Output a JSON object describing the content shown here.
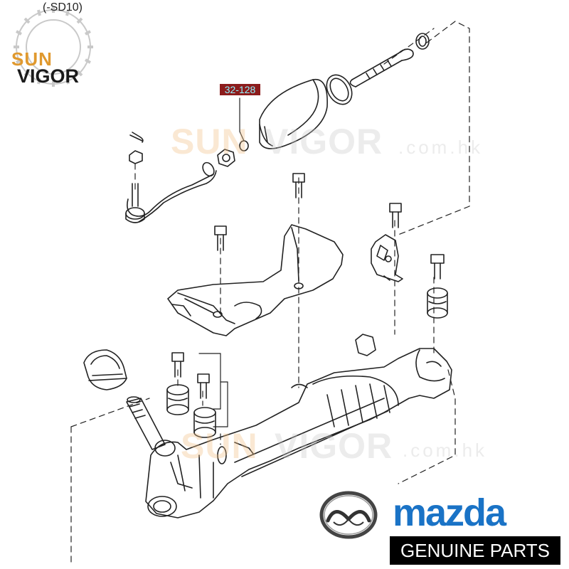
{
  "corner_logo": {
    "code_text": "(-SD10)",
    "brand_top": "SUN",
    "brand_bottom": "VIGOR"
  },
  "watermark": {
    "sun": "SUN",
    "vigor": "VIGOR",
    "domain": ".com.hk"
  },
  "callouts": [
    {
      "label": "32-128"
    }
  ],
  "branding": {
    "mazda": "mazda",
    "genuine_parts": "GENUINE PARTS"
  },
  "colors": {
    "label_bg": "#8c1c1c",
    "label_text": "#8ff3ff",
    "mazda_blue": "#1a73c6",
    "logo_orange": "#e0992e"
  }
}
